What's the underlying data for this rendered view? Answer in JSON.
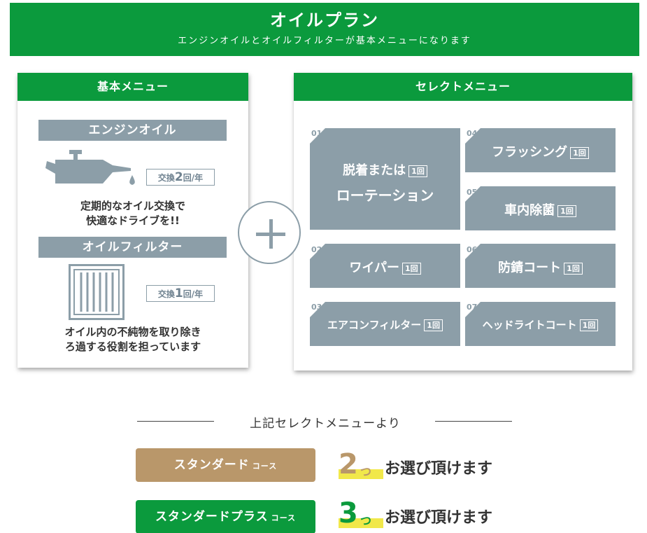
{
  "header": {
    "title": "オイルプラン",
    "subtitle": "エンジンオイルとオイルフィルターが基本メニューになります"
  },
  "basic_menu": {
    "heading": "基本メニュー",
    "engine_oil": {
      "label": "エンジンオイル",
      "badge_prefix": "交換",
      "badge_num": "2",
      "badge_suffix": "回/年",
      "desc_line1": "定期的なオイル交換で",
      "desc_line2": "快適なドライブを!!"
    },
    "oil_filter": {
      "label": "オイルフィルター",
      "badge_prefix": "交換",
      "badge_num": "1",
      "badge_suffix": "回/年",
      "desc_line1": "オイル内の不純物を取り除き",
      "desc_line2": "ろ過する役割を担っています"
    }
  },
  "select_menu": {
    "heading": "セレクトメニュー",
    "items": [
      {
        "num": "01",
        "line1": "脱着または",
        "line2": "ローテーション",
        "count": "1回"
      },
      {
        "num": "02",
        "label": "ワイパー",
        "count": "1回"
      },
      {
        "num": "03",
        "label": "エアコンフィルター",
        "count": "1回"
      },
      {
        "num": "04",
        "label": "フラッシング",
        "count": "1回"
      },
      {
        "num": "05",
        "label": "車内除菌",
        "count": "1回"
      },
      {
        "num": "06",
        "label": "防錆コート",
        "count": "1回"
      },
      {
        "num": "07",
        "label": "ヘッドライトコート",
        "count": "1回"
      }
    ]
  },
  "courses": {
    "divider": "上記セレクトメニューより",
    "standard": {
      "name": "スタンダード",
      "suffix": "コース",
      "num": "2",
      "tsu": "つ",
      "text": "お選び頂けます",
      "color": "#b9976a"
    },
    "standard_plus": {
      "name": "スタンダードプラス",
      "suffix": "コース",
      "num": "3",
      "tsu": "つ",
      "text": "お選び頂けます",
      "color": "#0b9a3d"
    }
  },
  "colors": {
    "green": "#0b9a3d",
    "gray": "#8c9ea8",
    "gold": "#b9976a",
    "highlight": "#f1e84a"
  },
  "icons": {
    "engine_oil": "oil-can-icon",
    "oil_filter": "filter-icon",
    "plus": "plus-icon"
  }
}
